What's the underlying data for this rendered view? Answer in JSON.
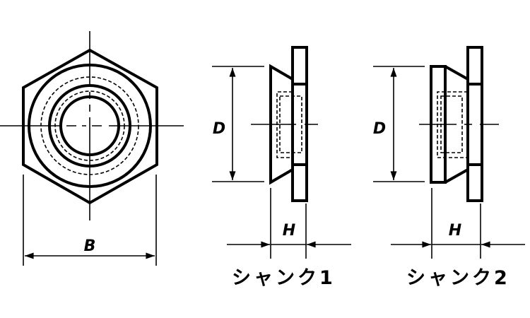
{
  "dimensions": {
    "width_across_flats": "B",
    "diameter": "D",
    "height": "H"
  },
  "views": [
    {
      "label": "シャンク1"
    },
    {
      "label": "シャンク2"
    }
  ]
}
